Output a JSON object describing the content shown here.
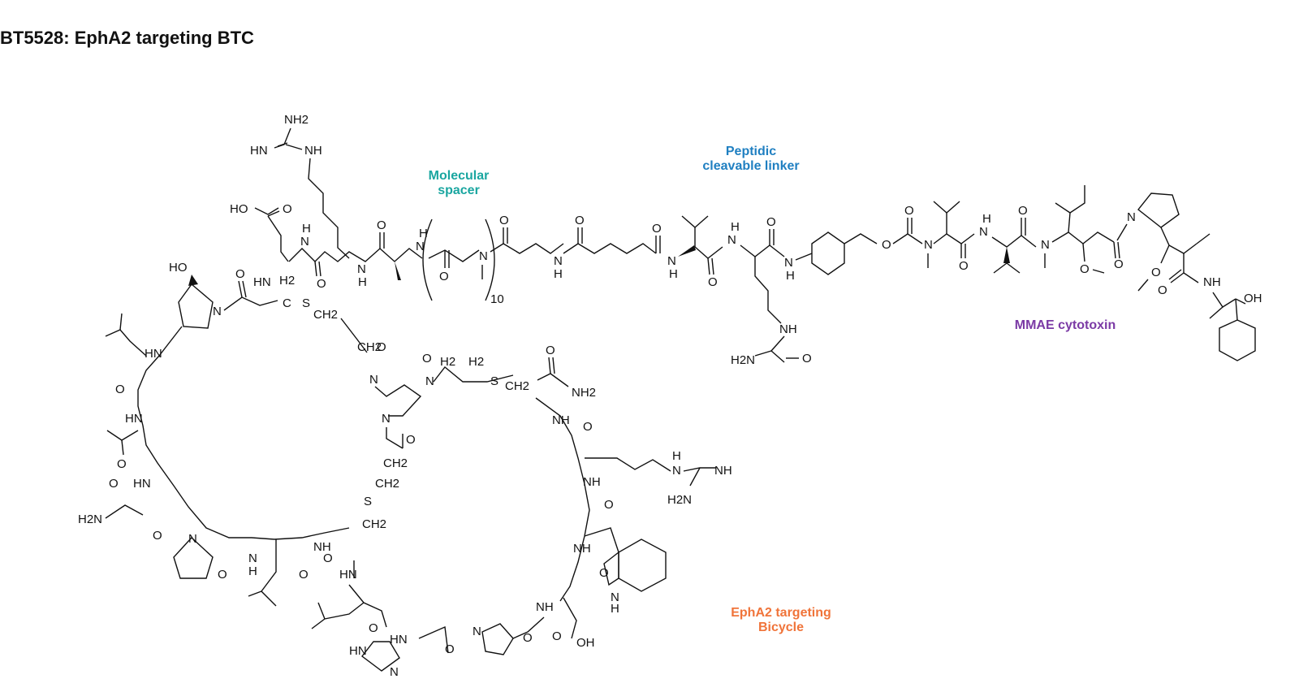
{
  "title": "BT5528: EphA2 targeting BTC",
  "labels": {
    "spacer": "Molecular\nspacer",
    "linker": "Peptidic\ncleavable linker",
    "mmae": "MMAE cytotoxin",
    "bicycle": "EphA2 targeting\nBicycle"
  },
  "colors": {
    "spacer": "#1aa6a0",
    "linker": "#1f7fc1",
    "mmae": "#7b3aa5",
    "bicycle": "#f0743a"
  },
  "atoms": {
    "nh2": "NH2",
    "hn": "HN",
    "nh": "NH",
    "n": "N",
    "o": "O",
    "s": "S",
    "h": "H",
    "ho": "HO",
    "oh": "OH",
    "ch2": "CH2",
    "h2n": "H2N",
    "repeat": "10",
    "cooh_ho": "HO",
    "h2": "H2",
    "c": "C"
  }
}
